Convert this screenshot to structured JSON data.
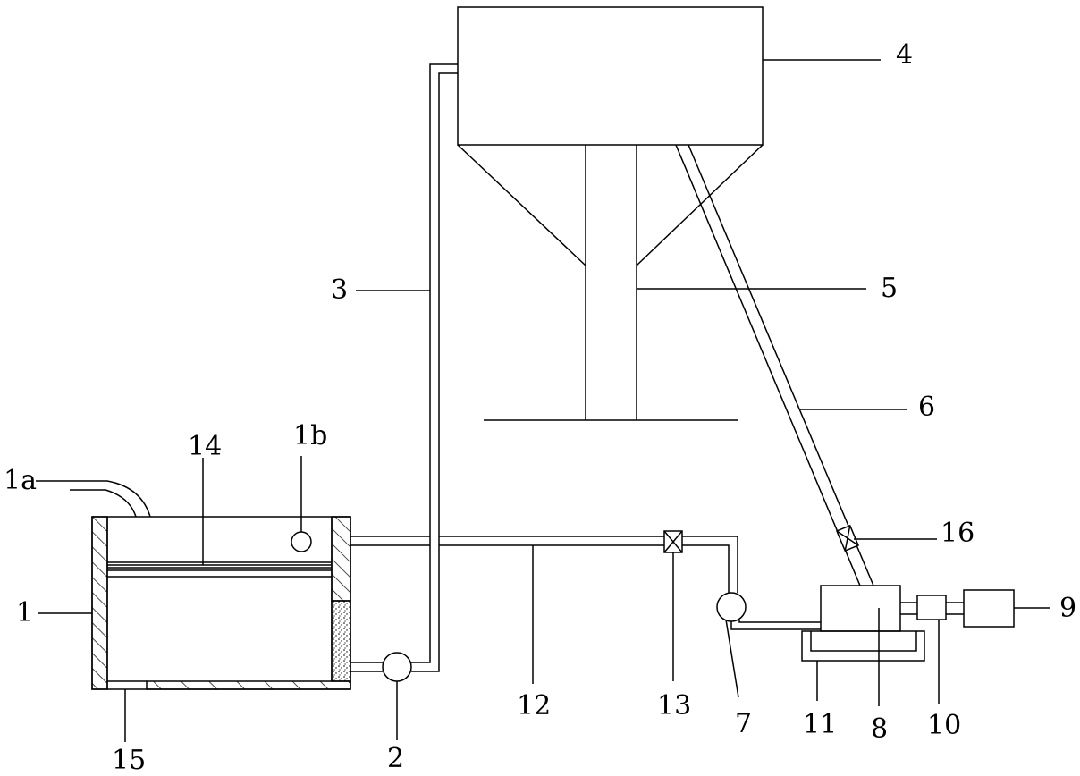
{
  "colors": {
    "line": "#000000",
    "background": "#ffffff"
  },
  "labels": {
    "n1": "1",
    "n1a": "1a",
    "n1b": "1b",
    "n2": "2",
    "n3": "3",
    "n4": "4",
    "n5": "5",
    "n6": "6",
    "n7": "7",
    "n8": "8",
    "n9": "9",
    "n10": "10",
    "n11": "11",
    "n12": "12",
    "n13": "13",
    "n14": "14",
    "n15": "15",
    "n16": "16"
  }
}
